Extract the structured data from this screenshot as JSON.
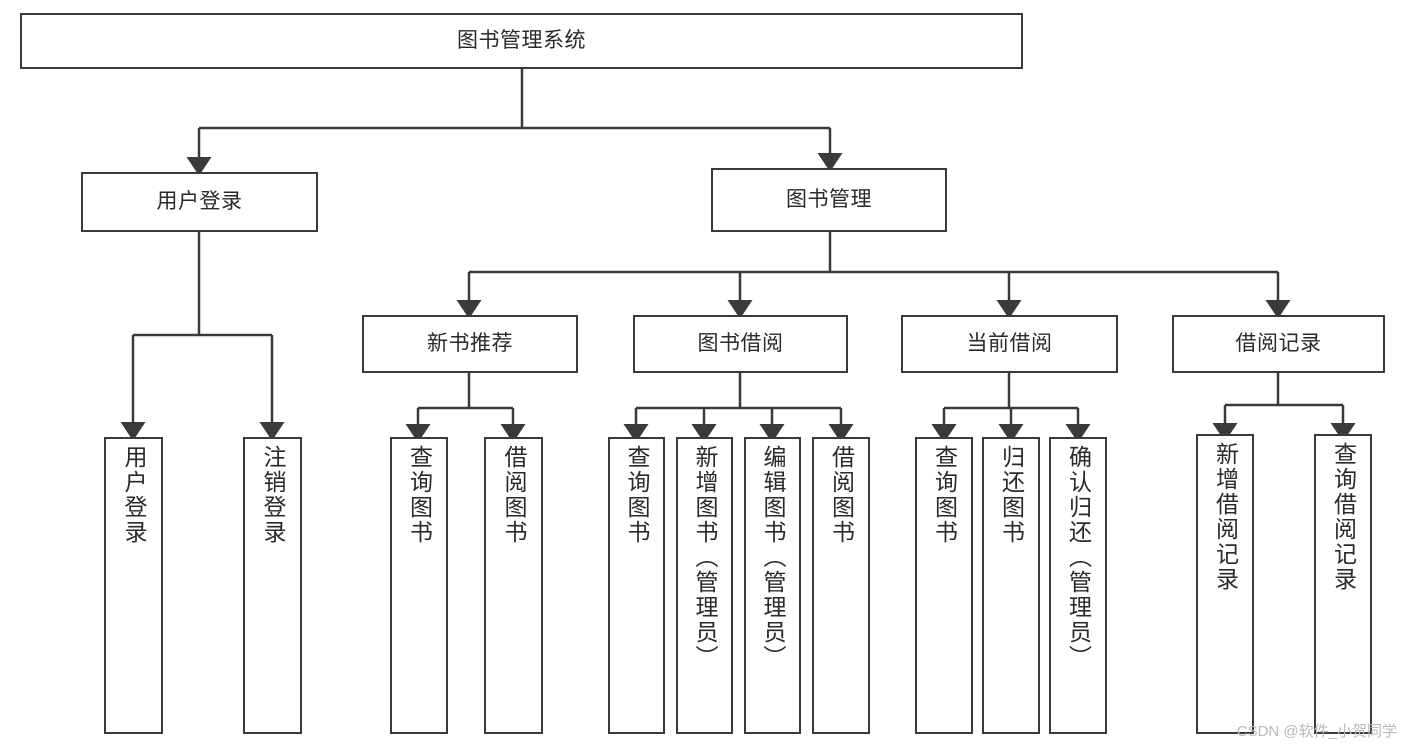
{
  "diagram": {
    "title": "图书管理系统",
    "watermark": "CSDN @软件_小贺同学",
    "type": "tree",
    "style": {
      "box_border_color": "#3a3a3a",
      "box_fill_color": "#ffffff",
      "edge_color": "#3a3a3a",
      "text_color": "#2a2a2a",
      "background": "#ffffff",
      "watermark_color": "#b9b9b9"
    },
    "root": {
      "id": "root",
      "label": "图书管理系统",
      "orientation": "horizontal"
    },
    "level2": [
      {
        "id": "user-login",
        "label": "用户登录",
        "orientation": "horizontal"
      },
      {
        "id": "book-manage",
        "label": "图书管理",
        "orientation": "horizontal"
      }
    ],
    "level3": [
      {
        "id": "new-book-rec",
        "label": "新书推荐",
        "orientation": "horizontal",
        "parent": "book-manage"
      },
      {
        "id": "book-borrow",
        "label": "图书借阅",
        "orientation": "horizontal",
        "parent": "book-manage"
      },
      {
        "id": "current-borrow",
        "label": "当前借阅",
        "orientation": "horizontal",
        "parent": "book-manage"
      },
      {
        "id": "borrow-record",
        "label": "借阅记录",
        "orientation": "horizontal",
        "parent": "book-manage"
      }
    ],
    "leaves": [
      {
        "id": "leaf-user-login",
        "label": "用户登录",
        "orientation": "vertical",
        "parent": "user-login"
      },
      {
        "id": "leaf-logout",
        "label": "注销登录",
        "orientation": "vertical",
        "parent": "user-login"
      },
      {
        "id": "leaf-query-book-1",
        "label": "查询图书",
        "orientation": "vertical",
        "parent": "new-book-rec"
      },
      {
        "id": "leaf-borrow-book-1",
        "label": "借阅图书",
        "orientation": "vertical",
        "parent": "new-book-rec"
      },
      {
        "id": "leaf-query-book-2",
        "label": "查询图书",
        "orientation": "vertical",
        "parent": "book-borrow"
      },
      {
        "id": "leaf-add-book",
        "label": "新增图书（管理员）",
        "orientation": "vertical",
        "parent": "book-borrow"
      },
      {
        "id": "leaf-edit-book",
        "label": "编辑图书（管理员）",
        "orientation": "vertical",
        "parent": "book-borrow"
      },
      {
        "id": "leaf-borrow-book-2",
        "label": "借阅图书",
        "orientation": "vertical",
        "parent": "book-borrow"
      },
      {
        "id": "leaf-query-book-3",
        "label": "查询图书",
        "orientation": "vertical",
        "parent": "current-borrow"
      },
      {
        "id": "leaf-return-book",
        "label": "归还图书",
        "orientation": "vertical",
        "parent": "current-borrow"
      },
      {
        "id": "leaf-confirm-return",
        "label": "确认归还（管理员）",
        "orientation": "vertical",
        "parent": "current-borrow"
      },
      {
        "id": "leaf-add-record",
        "label": "新增借阅记录",
        "orientation": "vertical",
        "parent": "borrow-record"
      },
      {
        "id": "leaf-query-record",
        "label": "查询借阅记录",
        "orientation": "vertical",
        "parent": "borrow-record"
      }
    ]
  }
}
